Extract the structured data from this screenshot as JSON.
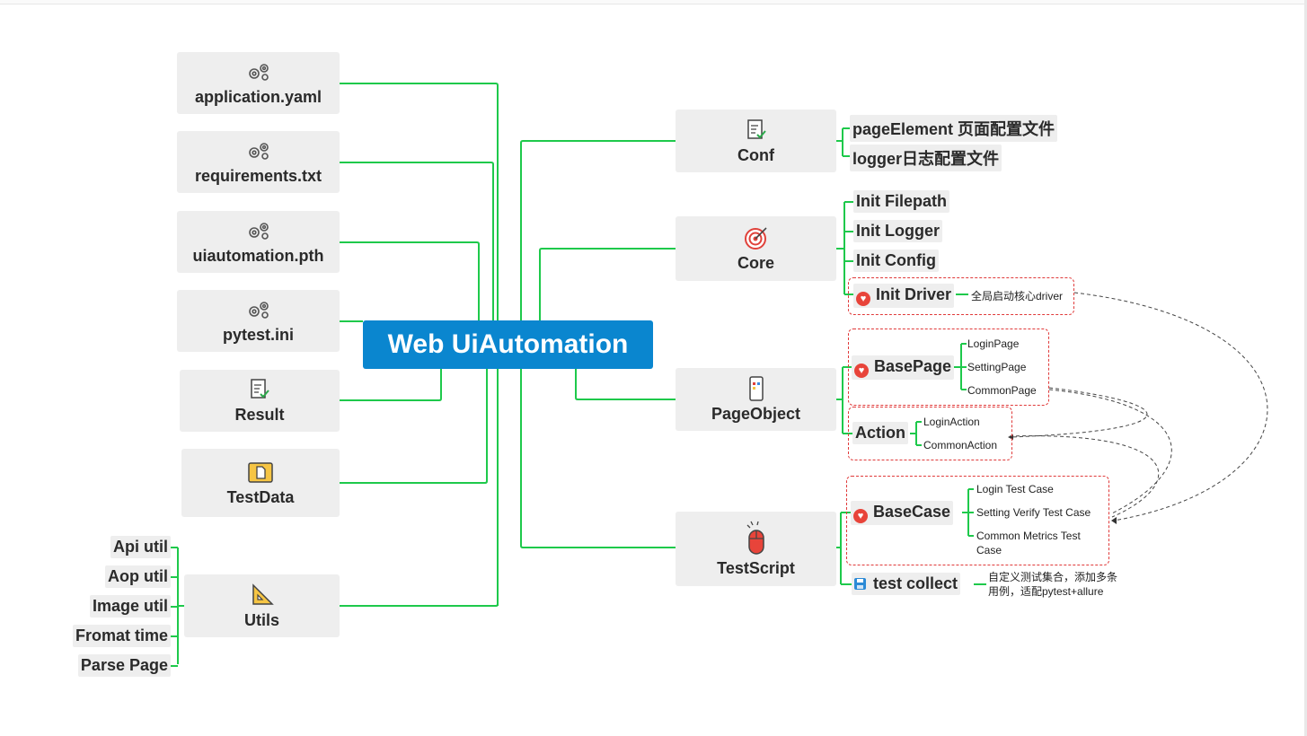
{
  "root": {
    "title": "Web UiAutomation"
  },
  "left_nodes": {
    "application": "application.yaml",
    "requirements": "requirements.txt",
    "uiautomation": "uiautomation.pth",
    "pytest": "pytest.ini",
    "result": "Result",
    "testdata": "TestData",
    "utils": "Utils"
  },
  "utils_items": [
    "Api util",
    "Aop util",
    "Image util",
    "Fromat time",
    "Parse Page"
  ],
  "right_nodes": {
    "conf": "Conf",
    "core": "Core",
    "pageobject": "PageObject",
    "testscript": "TestScript"
  },
  "conf_items": [
    "pageElement 页面配置文件",
    "logger日志配置文件"
  ],
  "core_items": [
    "Init Filepath",
    "Init Logger",
    "Init Config"
  ],
  "init_driver": {
    "label": "Init Driver",
    "note": "全局启动核心driver"
  },
  "basepage": {
    "label": "BasePage",
    "children": [
      "LoginPage",
      "SettingPage",
      "CommonPage"
    ]
  },
  "action": {
    "label": "Action",
    "children": [
      "LoginAction",
      "CommonAction"
    ]
  },
  "basecase": {
    "label": "BaseCase",
    "children": [
      "Login Test Case",
      "Setting Verify Test Case",
      "Common Metrics Test",
      "Case"
    ]
  },
  "test_collect": {
    "label": "test collect",
    "note_line1": "自定义测试集合，添加多条",
    "note_line2": "用例，适配pytest+allure"
  },
  "colors": {
    "root": "#0a86cf",
    "connector": "#1ec94b",
    "dashed_box": "#e03a3a",
    "node_bg": "#eeeeee"
  }
}
